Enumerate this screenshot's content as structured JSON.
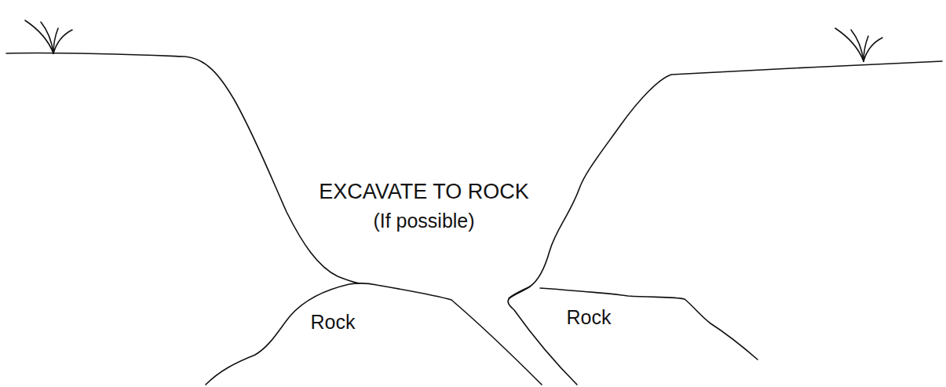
{
  "diagram": {
    "labels": [
      "EXCAVATE TO ROCK",
      "(If possible)",
      "Rock",
      "Rock"
    ]
  }
}
